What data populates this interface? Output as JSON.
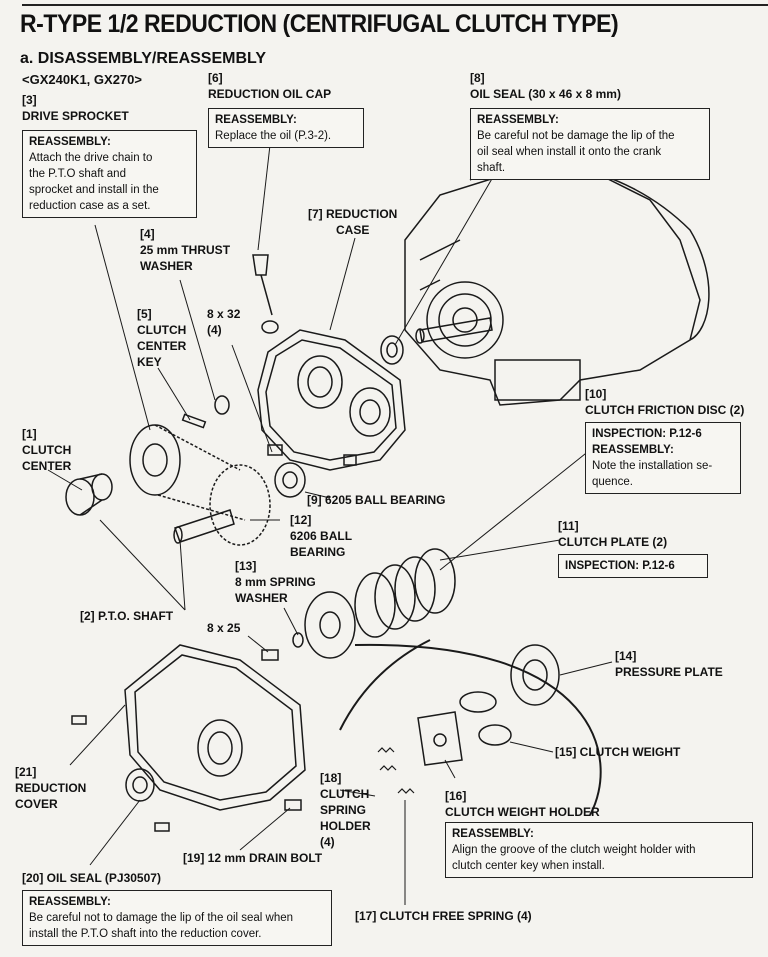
{
  "title": "R-TYPE 1/2 REDUCTION (CENTRIFUGAL CLUTCH TYPE)",
  "section": "a. DISASSEMBLY/REASSEMBLY",
  "models": "<GX240K1, GX270>",
  "parts": {
    "p1": {
      "num": "[1]",
      "lines": [
        "CLUTCH",
        "CENTER"
      ]
    },
    "p2": {
      "text": "[2] P.T.O. SHAFT"
    },
    "p3": {
      "num": "[3]",
      "name": "DRIVE SPROCKET"
    },
    "p4": {
      "num": "[4]",
      "lines": [
        "25 mm THRUST",
        "WASHER"
      ]
    },
    "p5": {
      "num": "[5]",
      "lines": [
        "CLUTCH",
        "CENTER",
        "KEY"
      ]
    },
    "p6": {
      "num": "[6]",
      "name": "REDUCTION OIL CAP"
    },
    "p7": {
      "lines": [
        "[7] REDUCTION",
        "CASE"
      ]
    },
    "p8": {
      "num": "[8]",
      "name": "OIL SEAL (30 x 46 x 8 mm)"
    },
    "p9": {
      "text": "[9] 6205 BALL BEARING"
    },
    "p10": {
      "num": "[10]",
      "name": "CLUTCH FRICTION DISC (2)"
    },
    "p11": {
      "num": "[11]",
      "name": "CLUTCH PLATE (2)"
    },
    "p12": {
      "num": "[12]",
      "lines": [
        "6206 BALL",
        "BEARING"
      ]
    },
    "p13": {
      "num": "[13]",
      "lines": [
        "8 mm SPRING",
        "WASHER"
      ]
    },
    "p14": {
      "num": "[14]",
      "name": "PRESSURE PLATE"
    },
    "p15": {
      "text": "[15] CLUTCH WEIGHT"
    },
    "p16": {
      "num": "[16]",
      "name": "CLUTCH WEIGHT HOLDER"
    },
    "p17": {
      "text": "[17] CLUTCH FREE SPRING (4)"
    },
    "p18": {
      "num": "[18]",
      "lines": [
        "CLUTCH",
        "SPRING",
        "HOLDER",
        "(4)"
      ]
    },
    "p19": {
      "text": "[19] 12 mm DRAIN BOLT"
    },
    "p20": {
      "text": "[20] OIL SEAL (PJ30507)"
    },
    "p21": {
      "num": "[21]",
      "lines": [
        "REDUCTION",
        "COVER"
      ]
    },
    "bolt_8x32": {
      "lines": [
        "8 x 32",
        "(4)"
      ]
    },
    "bolt_8x25": {
      "text": "8 x 25"
    }
  },
  "notes": {
    "n3": {
      "heading": "REASSEMBLY:",
      "lines": [
        "Attach the drive chain to",
        "the P.T.O shaft and",
        "sprocket and install in the",
        "reduction case as a set."
      ]
    },
    "n6": {
      "heading": "REASSEMBLY:",
      "lines": [
        "Replace the oil (P.3-2)."
      ]
    },
    "n8": {
      "heading": "REASSEMBLY:",
      "lines": [
        "Be careful not be damage the lip of the",
        "oil seal when install it onto the crank",
        "shaft."
      ]
    },
    "n10": {
      "lines": [
        "INSPECTION: P.12-6"
      ],
      "heading": "REASSEMBLY:",
      "lines2": [
        "Note the installation se-",
        "quence."
      ]
    },
    "n11": {
      "lines": [
        "INSPECTION: P.12-6"
      ]
    },
    "n16": {
      "heading": "REASSEMBLY:",
      "lines": [
        "Align the groove of the clutch weight holder with",
        "clutch center key when install."
      ]
    },
    "n20": {
      "heading": "REASSEMBLY:",
      "lines": [
        "Be careful not to damage the lip of the oil seal when",
        "install the P.T.O shaft into the reduction cover."
      ]
    }
  }
}
